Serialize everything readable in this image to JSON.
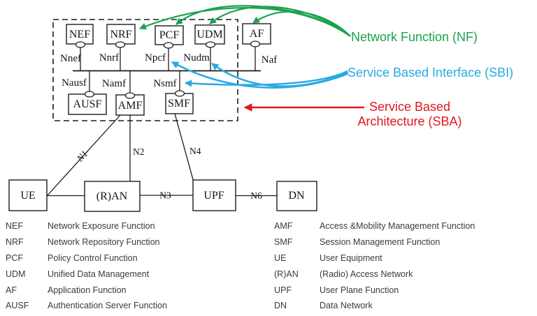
{
  "colors": {
    "nf_green": "#1ba24f",
    "sbi_blue": "#29aae1",
    "sba_red": "#e0181f",
    "diagram_line": "#1c1c1c"
  },
  "sba": {
    "top_boxes": [
      {
        "label": "NEF",
        "interface": "Nnef"
      },
      {
        "label": "NRF",
        "interface": "Nnrf"
      },
      {
        "label": "PCF",
        "interface": "Npcf"
      },
      {
        "label": "UDM",
        "interface": "Nudm"
      },
      {
        "label": "AF",
        "interface": "Naf"
      }
    ],
    "bottom_boxes": [
      {
        "label": "AUSF",
        "interface": "Nausf"
      },
      {
        "label": "AMF",
        "interface": "Namf"
      },
      {
        "label": "SMF",
        "interface": "Nsmf"
      }
    ]
  },
  "transport": {
    "nodes": [
      {
        "label": "UE"
      },
      {
        "label": "(R)AN"
      },
      {
        "label": "UPF"
      },
      {
        "label": "DN"
      }
    ],
    "links": [
      {
        "label": "N1"
      },
      {
        "label": "N2"
      },
      {
        "label": "N3"
      },
      {
        "label": "N4"
      },
      {
        "label": "N6"
      }
    ]
  },
  "annotations": {
    "nf": "Network Function (NF)",
    "sbi": "Service Based Interface (SBI)",
    "sba1": "Service Based",
    "sba2": "Architecture (SBA)"
  },
  "legend": {
    "left": [
      {
        "abbr": "NEF",
        "name": "Network Exposure Function"
      },
      {
        "abbr": "NRF",
        "name": "Network Repository Function"
      },
      {
        "abbr": "PCF",
        "name": "Policy Control Function"
      },
      {
        "abbr": "UDM",
        "name": "Unified Data Management"
      },
      {
        "abbr": "AF",
        "name": "Application Function"
      },
      {
        "abbr": "AUSF",
        "name": "Authentication Server Function"
      }
    ],
    "right": [
      {
        "abbr": "AMF",
        "name": "Access &Mobility Management Function"
      },
      {
        "abbr": "SMF",
        "name": "Session Management Function"
      },
      {
        "abbr": "UE",
        "name": "User Equipment"
      },
      {
        "abbr": "(R)AN",
        "name": "(Radio) Access Network"
      },
      {
        "abbr": "UPF",
        "name": "User Plane Function"
      },
      {
        "abbr": "DN",
        "name": "Data Network"
      }
    ]
  }
}
